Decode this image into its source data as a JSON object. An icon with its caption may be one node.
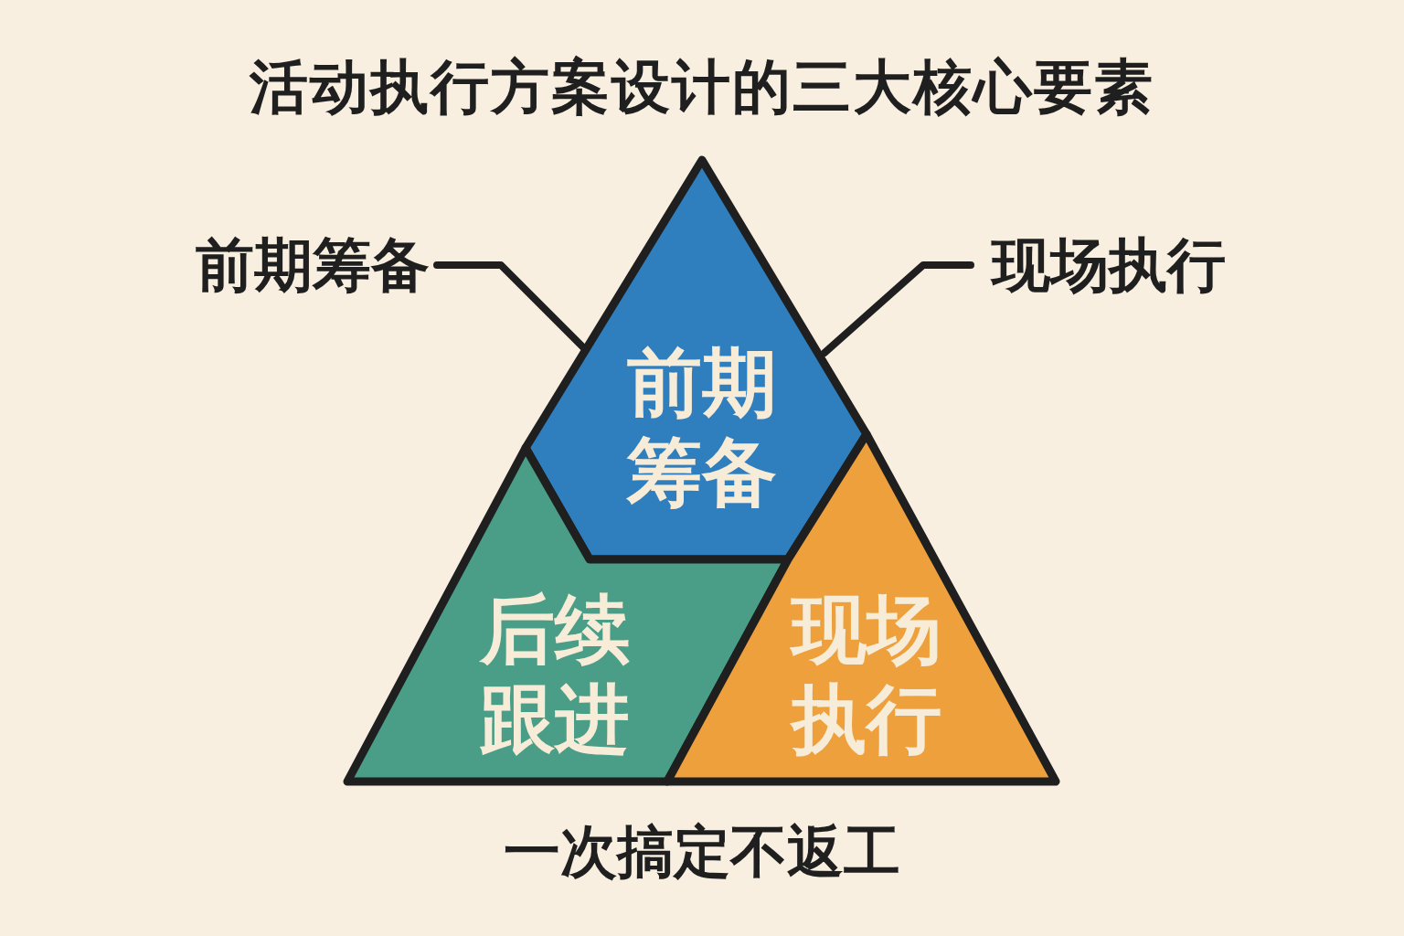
{
  "diagram": {
    "title": "活动执行方案设计的三大核心要素",
    "caption": "一次搞定不返工",
    "nodes": [
      {
        "text": [
          "前期筹备"
        ]
      },
      {
        "text": [
          "现场执行"
        ]
      },
      {
        "text": [
          "前期筹备"
        ]
      },
      {
        "text": [
          "后续跟进"
        ]
      },
      {
        "text": [
          "现场执行"
        ]
      }
    ],
    "edges": [
      {
        "from": 0,
        "to": 2,
        "arrow": "none"
      },
      {
        "from": 1,
        "to": 2,
        "arrow": "none"
      }
    ]
  }
}
